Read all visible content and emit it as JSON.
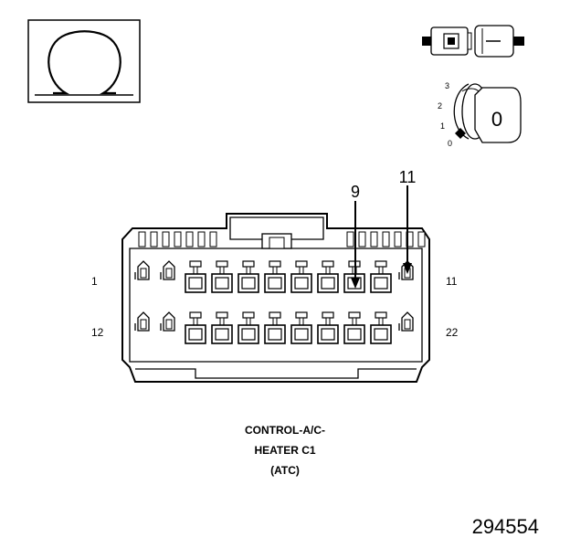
{
  "meter": {
    "symbol": "Ω",
    "icon": "ohm-meter-icon"
  },
  "ignition": {
    "positions": [
      "3",
      "2",
      "1",
      "0"
    ],
    "key_label": "0",
    "icon": "ignition-key-off-icon"
  },
  "disconnect": {
    "icon": "connector-disconnected-icon"
  },
  "connector": {
    "callouts": [
      {
        "label": "9",
        "pin": 9
      },
      {
        "label": "11",
        "pin": 11
      }
    ],
    "pin_labels": {
      "top_left": "1",
      "top_right": "11",
      "bottom_left": "12",
      "bottom_right": "22"
    },
    "rows": 2,
    "pins_per_row": 11
  },
  "caption": {
    "line1": "CONTROL-A/C-",
    "line2": "HEATER C1",
    "line3": "(ATC)"
  },
  "figure_number": "294554"
}
